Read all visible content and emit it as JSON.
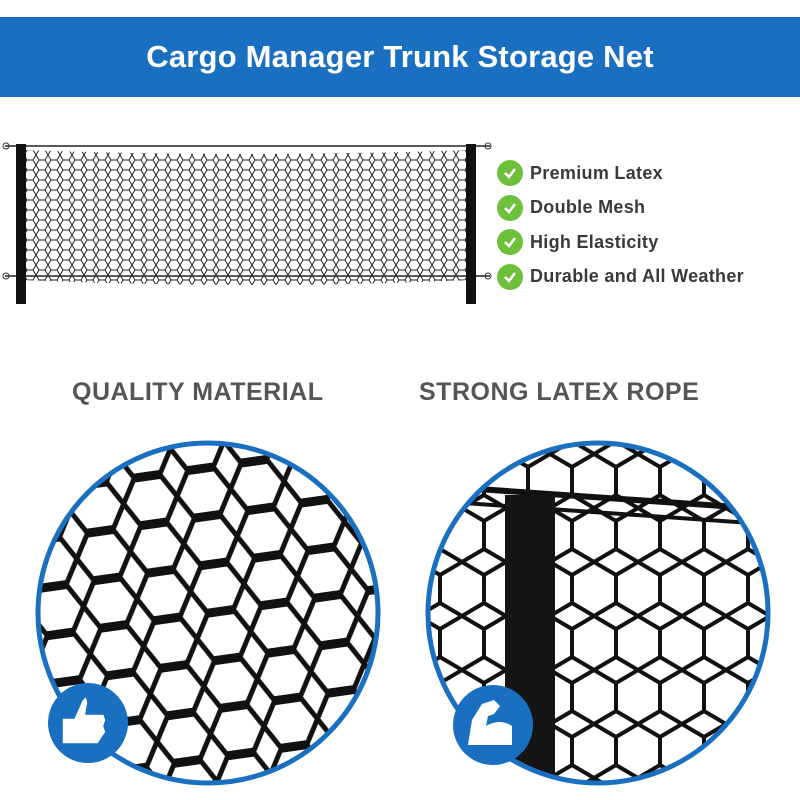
{
  "header": {
    "title": "Cargo Manager Trunk Storage Net"
  },
  "features": [
    {
      "icon": "check-circle-icon",
      "label": "Premium Latex"
    },
    {
      "icon": "check-circle-icon",
      "label": "Double Mesh"
    },
    {
      "icon": "check-circle-icon",
      "label": "High Elasticity"
    },
    {
      "icon": "check-circle-icon",
      "label": "Durable and All Weather"
    }
  ],
  "sections": [
    {
      "title": "QUALITY MATERIAL",
      "badge_icon": "thumbs-up-icon"
    },
    {
      "title": "STRONG LATEX ROPE",
      "badge_icon": "flexed-arm-icon"
    }
  ],
  "colors": {
    "brand_blue": "#1a6fc0",
    "check_green": "#6cc03a"
  }
}
